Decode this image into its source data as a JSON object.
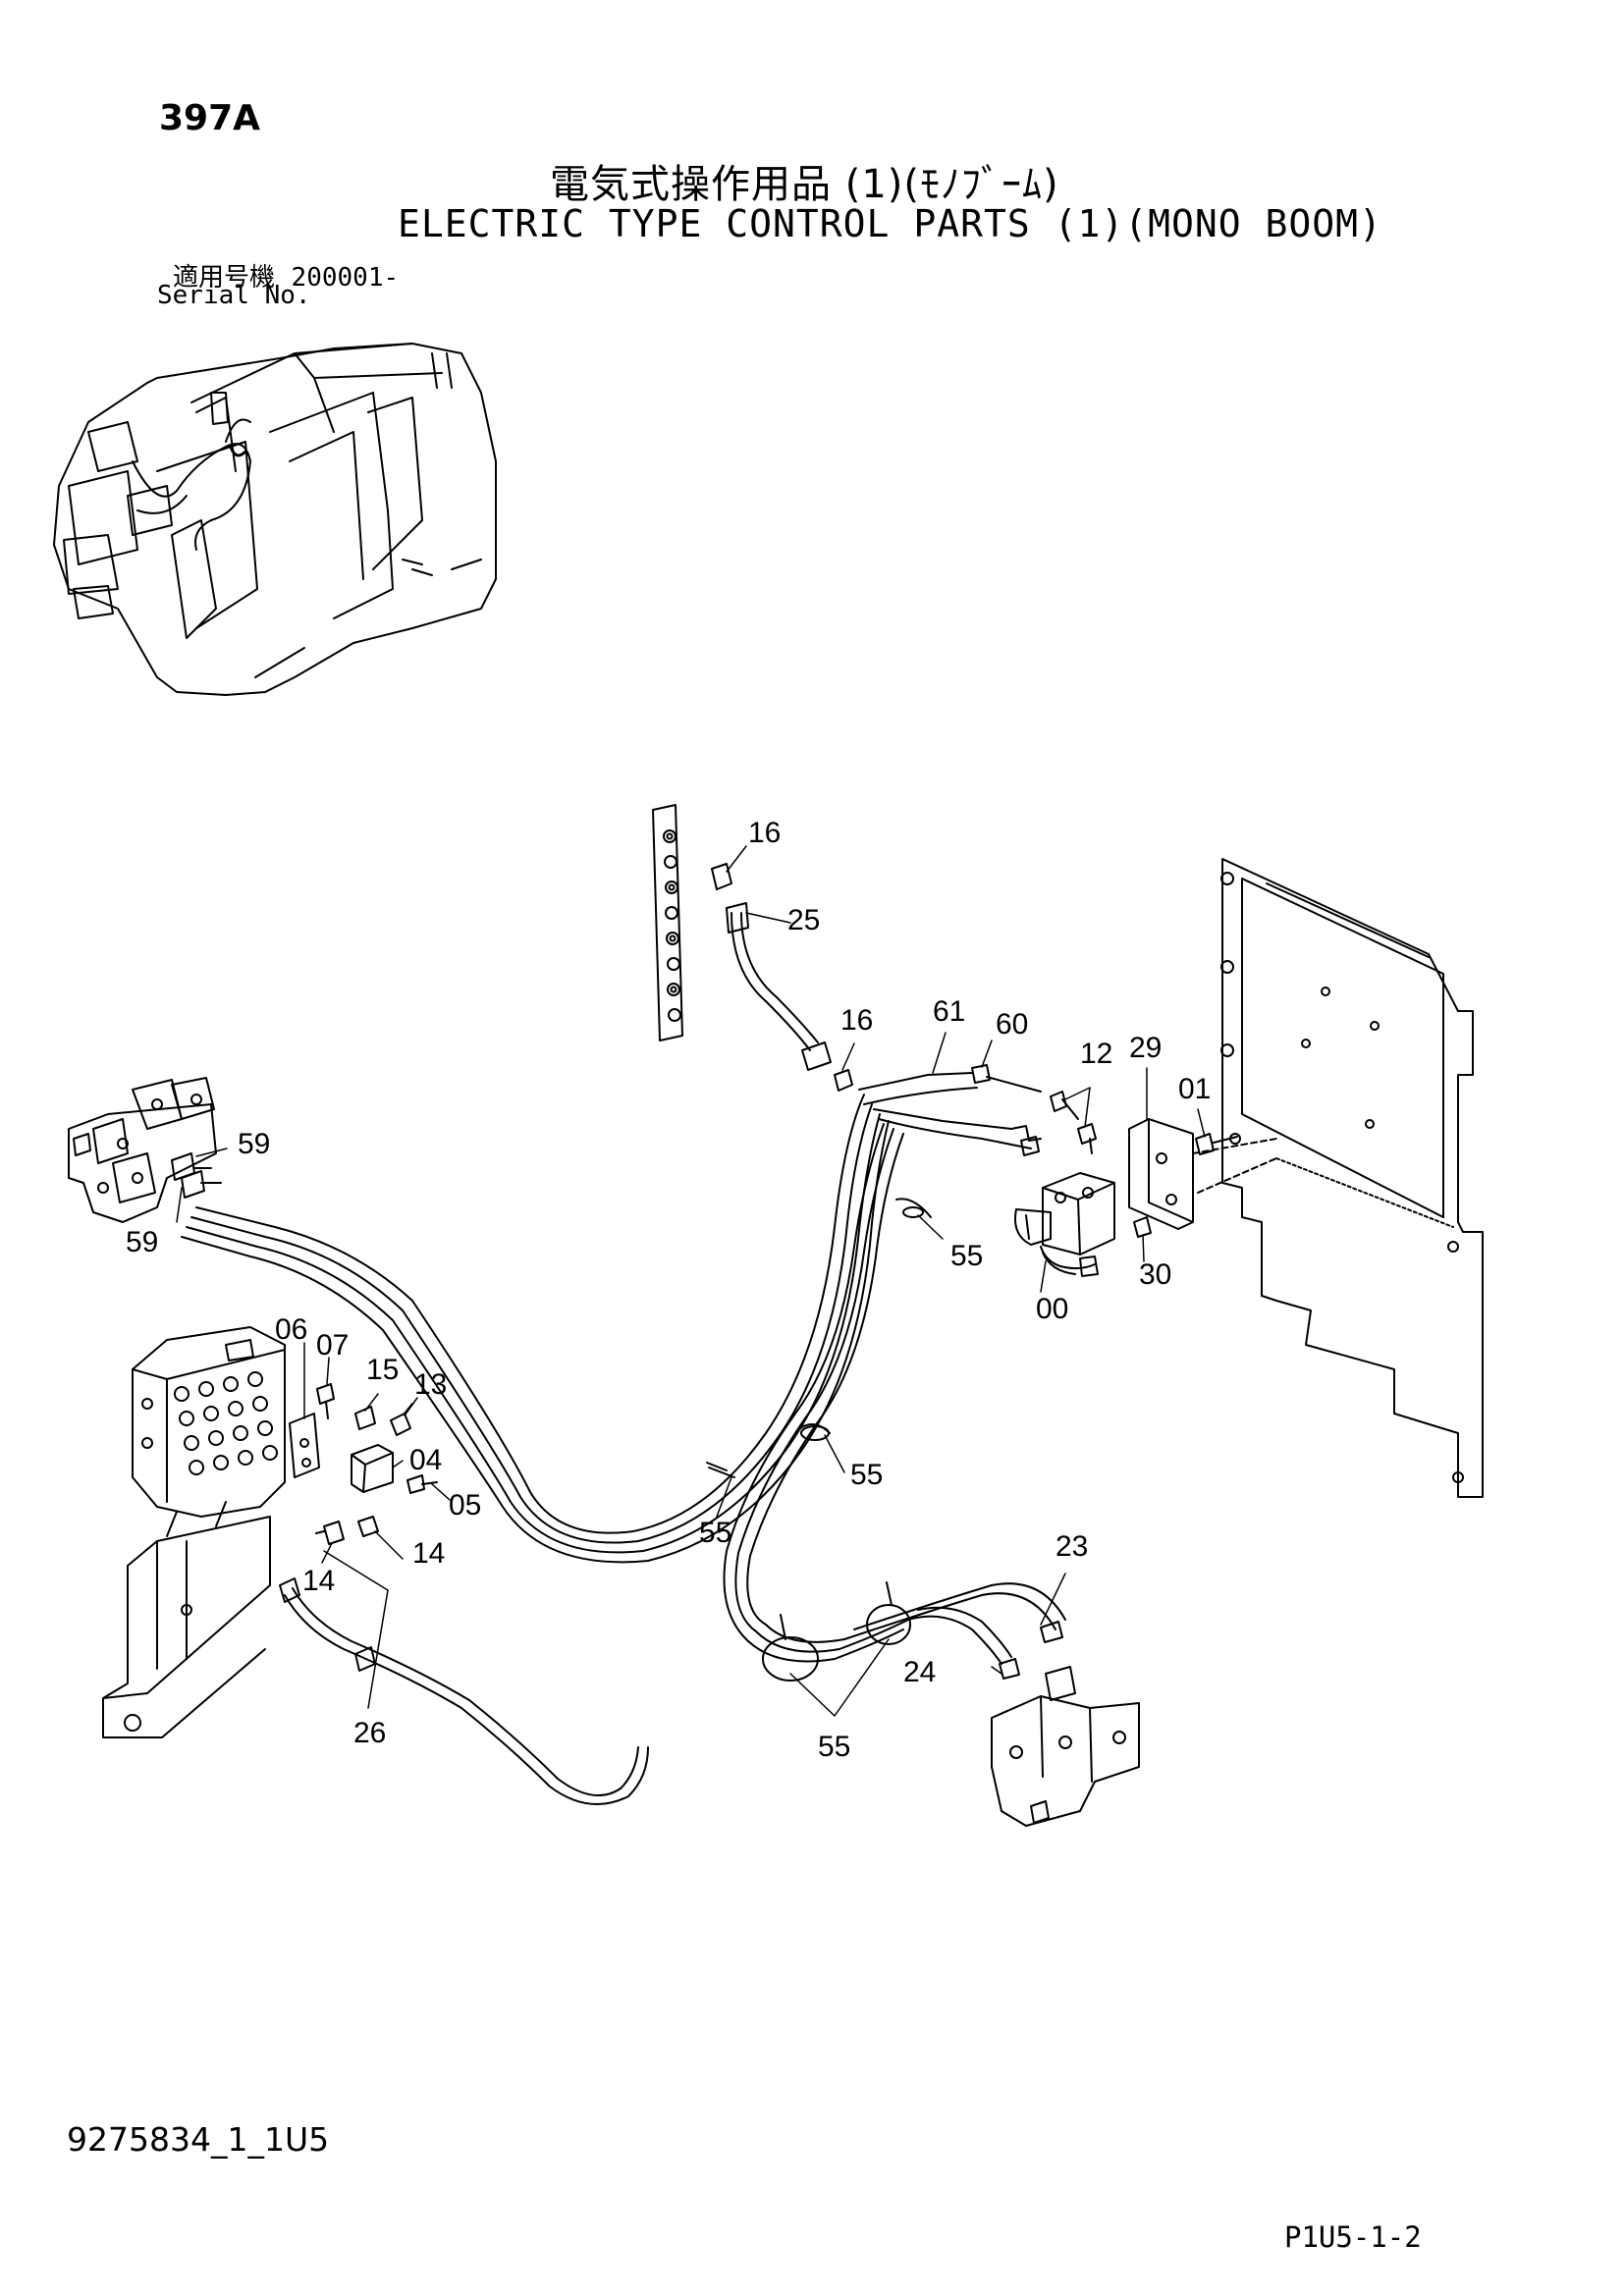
{
  "header": {
    "page_code": "397A",
    "title_jp": "電気式操作用品 (1)(ﾓﾉﾌﾞｰﾑ)",
    "title_en": "ELECTRIC TYPE CONTROL PARTS (1)(MONO BOOM)",
    "serial_label_jp": "適用号機",
    "serial_value": "200001-",
    "serial_label_en": "Serial No."
  },
  "footer": {
    "document_id": "9275834_1_1U5",
    "page_ref": "P1U5-1-2"
  },
  "callouts": [
    "16",
    "25",
    "16",
    "61",
    "60",
    "12",
    "29",
    "01",
    "59",
    "59",
    "55",
    "30",
    "00",
    "06",
    "07",
    "15",
    "13",
    "04",
    "05",
    "14",
    "14",
    "55",
    "55",
    "23",
    "24",
    "26",
    "55"
  ]
}
